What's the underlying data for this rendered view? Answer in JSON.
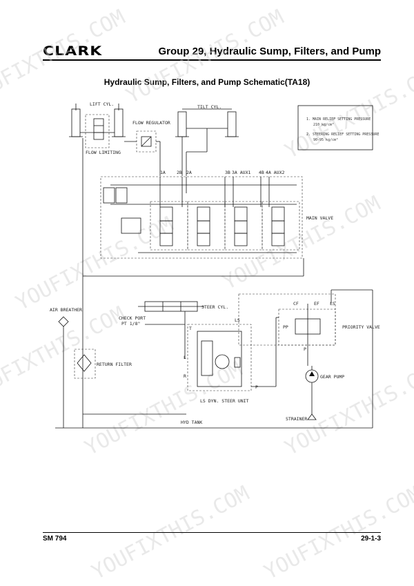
{
  "header": {
    "logo": "CLARK",
    "section_title": "Group 29, Hydraulic Sump, Filters, and Pump"
  },
  "document": {
    "title": "Hydraulic Sump, Filters, and Pump Schematic(TA18)"
  },
  "schematic": {
    "labels": {
      "lift_cyl": "LIFT CYL.",
      "tilt_cyl": "TILT CYL.",
      "flow_regulator": "FLOW REGULATOR",
      "flow_limiting": "FLOW LIMITING",
      "main_valve": "MAIN VALVE",
      "air_breather": "AIR BREATHER",
      "steer_cyl": "STEER CYL.",
      "check_port": "CHECK PORT",
      "check_port_size": "PT 1/8\"",
      "return_filter": "RETURN FILTER",
      "ls_unit": "LS DYN. STEER UNIT",
      "priority_valve": "PRIORITY VALVE",
      "gear_pump": "GEAR PUMP",
      "strainer": "STRAINER",
      "hyd_tank": "HYD TANK"
    },
    "ports": [
      "1A",
      "2B",
      "2A",
      "3B",
      "3A AUX1",
      "4B",
      "4A AUX2"
    ],
    "priority_ports": [
      "CF",
      "EF",
      "LS",
      "PP",
      "P"
    ],
    "steer_ports": [
      "LS",
      "T",
      "L",
      "R",
      "P"
    ],
    "notes": [
      "1. MAIN RELIEF SETTING PRESSURE",
      "210 kg/cm²",
      "2. STEERING RELIEF SETTING PRESSURE",
      "90-95 kg/cm²"
    ]
  },
  "watermark": "YOUFIXTHIS.COM",
  "footer": {
    "manual": "SM 794",
    "page": "29-1-3"
  }
}
